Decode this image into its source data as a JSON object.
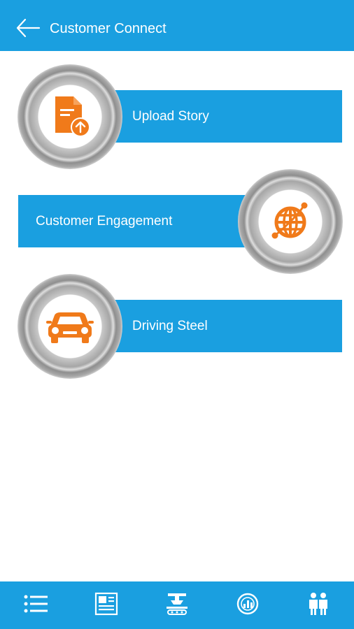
{
  "header": {
    "title": "Customer Connect",
    "back_icon": "back-arrow-icon"
  },
  "menu": {
    "items": [
      {
        "label": "Upload Story",
        "icon": "upload-document-icon"
      },
      {
        "label": "Customer Engagement",
        "icon": "globe-network-icon"
      },
      {
        "label": "Driving Steel",
        "icon": "car-icon"
      }
    ]
  },
  "bottom_nav": {
    "items": [
      {
        "icon": "list-menu-icon"
      },
      {
        "icon": "newspaper-icon"
      },
      {
        "icon": "factory-machine-icon"
      },
      {
        "icon": "analytics-chart-icon"
      },
      {
        "icon": "people-icon"
      }
    ]
  },
  "colors": {
    "primary": "#1a9fe0",
    "icon_accent": "#f07a1a",
    "ring_gray": "#a6a6a6",
    "text_light": "#ffffff"
  }
}
